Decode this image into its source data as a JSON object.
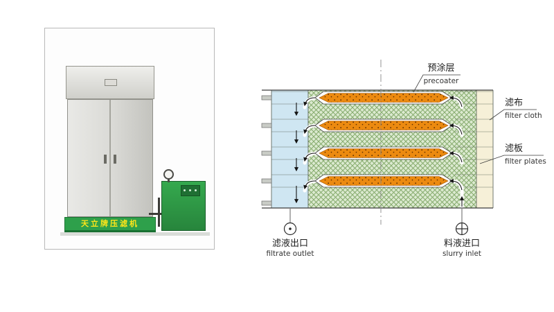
{
  "photo": {
    "machine_label": "天立牌压滤机"
  },
  "diagram": {
    "labels": {
      "precoater_cn": "预涂层",
      "precoater_en": "precoater",
      "filter_cloth_cn": "滤布",
      "filter_cloth_en": "filter cloth",
      "filter_plates_cn": "滤板",
      "filter_plates_en": "filter plates",
      "filtrate_outlet_cn": "滤液出口",
      "filtrate_outlet_en": "filtrate outlet",
      "slurry_inlet_cn": "料液进口",
      "slurry_inlet_en": "slurry inlet"
    },
    "colors": {
      "precoat_orange": "#ec8a10",
      "plate_green_bg": "#dcead0",
      "plate_hatch_line": "#86ab6d",
      "filtrate_blue": "#cfe6f2",
      "cloth_cream": "#f6f0d8",
      "outline": "#3a3a3a"
    }
  }
}
